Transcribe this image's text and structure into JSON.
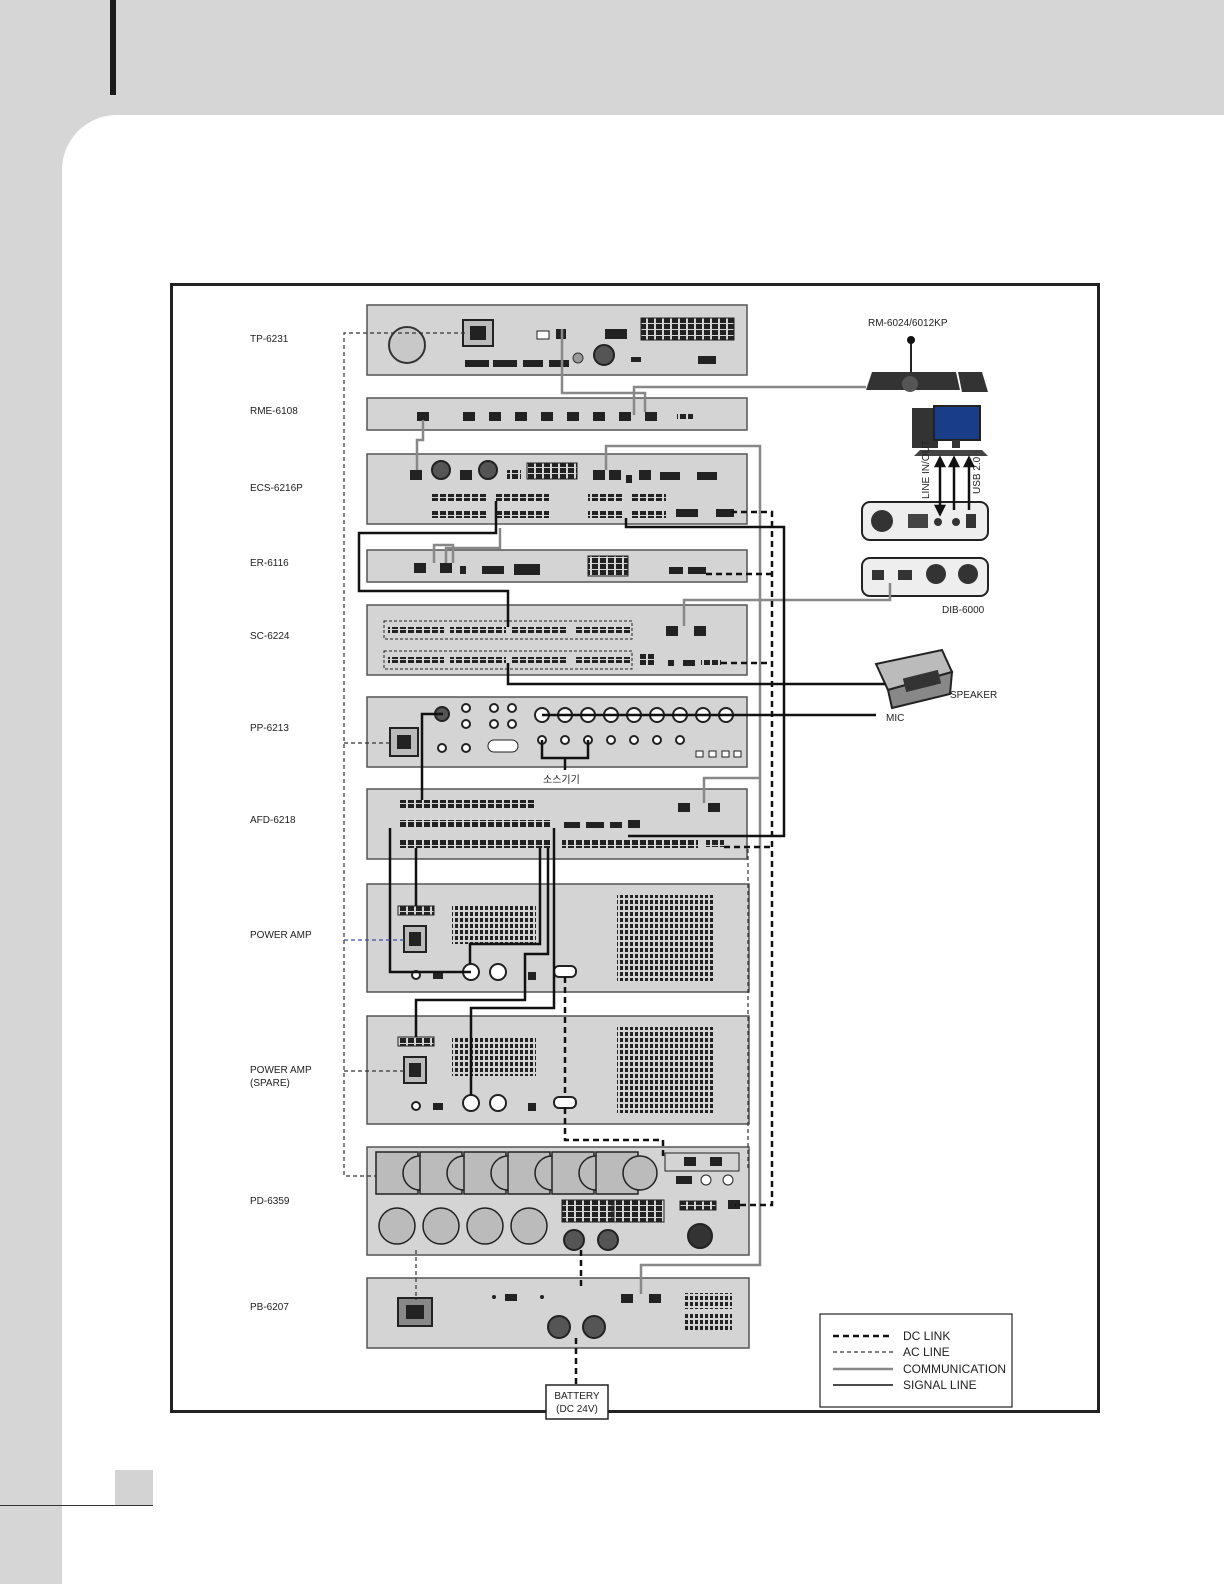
{
  "devices": [
    {
      "id": "tp",
      "label": "TP-6231"
    },
    {
      "id": "rme",
      "label": "RME-6108"
    },
    {
      "id": "ecs",
      "label": "ECS-6216P"
    },
    {
      "id": "er",
      "label": "ER-6116"
    },
    {
      "id": "sc",
      "label": "SC-6224"
    },
    {
      "id": "pp",
      "label": "PP-6213"
    },
    {
      "id": "afd",
      "label": "AFD-6218"
    },
    {
      "id": "amp1",
      "label": "POWER AMP"
    },
    {
      "id": "amp2",
      "label": "POWER AMP",
      "label2": "(SPARE)"
    },
    {
      "id": "pd",
      "label": "PD-6359"
    },
    {
      "id": "pb",
      "label": "PB-6207"
    }
  ],
  "peripherals": {
    "remote_mic": "RM-6024/6012KP",
    "interface_box": "DIB-6000",
    "speaker": "SPEAKER",
    "mic": "MIC",
    "source": "소스기기",
    "line_inout": "LINE IN/OUT",
    "usb": "USB 2.0",
    "battery_line1": "BATTERY",
    "battery_line2": "(DC 24V)"
  },
  "legend": [
    {
      "label": "DC LINK",
      "style": "dc-link"
    },
    {
      "label": "AC LINE",
      "style": "ac-line"
    },
    {
      "label": "COMMUNICATION",
      "style": "communication"
    },
    {
      "label": "SIGNAL LINE",
      "style": "signal-line"
    }
  ],
  "colors": {
    "device_fill": "#d4d4d4",
    "device_stroke": "#555555",
    "communication": "#888888",
    "signal": "#111111",
    "dc_link": "#111111",
    "ac_line": "#333333"
  }
}
